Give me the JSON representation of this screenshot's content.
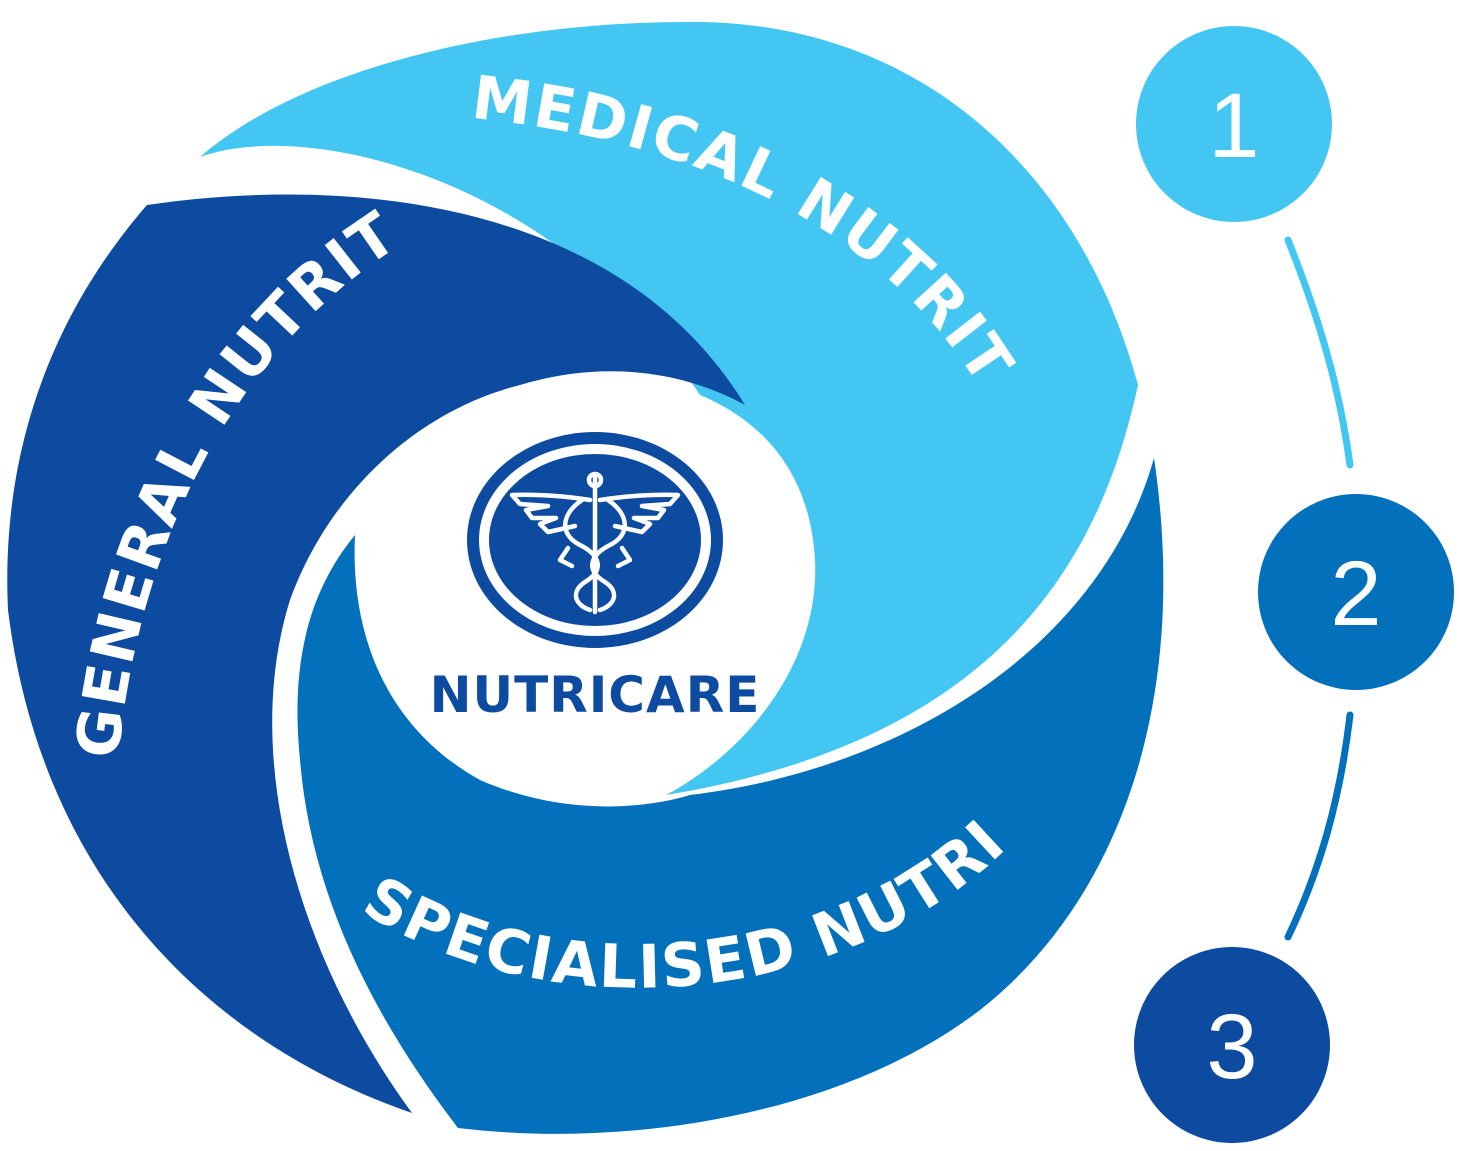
{
  "segments": [
    {
      "id": "medical",
      "label": "MEDICAL NUTRITION",
      "color": "#43c7f2"
    },
    {
      "id": "general",
      "label": "GENERAL NUTRITION",
      "color": "#0c4ba0"
    },
    {
      "id": "specialised",
      "label": "SPECIALISED NUTRITION",
      "color": "#0270bb"
    }
  ],
  "brand": {
    "name": "NUTRICARE",
    "color": "#0c4ba0",
    "logo_icon": "caduceus-icon"
  },
  "steps": [
    {
      "number": "1",
      "color": "#43c7f2"
    },
    {
      "number": "2",
      "color": "#0270bb"
    },
    {
      "number": "3",
      "color": "#0c4ba0"
    }
  ],
  "connectors": [
    {
      "color": "#43c7f2"
    },
    {
      "color": "#0270bb"
    }
  ]
}
